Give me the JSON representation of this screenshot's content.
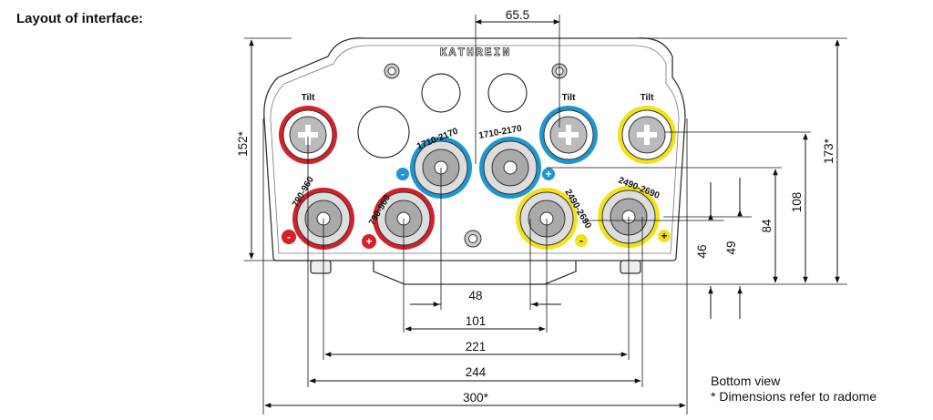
{
  "heading": "Layout of interface:",
  "brand": "KATHREIN",
  "tilt_labels": [
    "Tilt",
    "Tilt",
    "Tilt"
  ],
  "port_labels": {
    "low_left": "790-960",
    "low_right": "790-960",
    "mid_left": "1710-2170",
    "mid_right": "1710-2170",
    "high_left": "2490-2690",
    "high_right": "2490-2690"
  },
  "polarity": {
    "plus": "+",
    "minus": "-"
  },
  "dimensions": {
    "top": "65.5",
    "left": "152*",
    "right_173": "173*",
    "right_108": "108",
    "right_84": "84",
    "right_49": "49",
    "right_46": "46",
    "bottom_48": "48",
    "bottom_101": "101",
    "bottom_221": "221",
    "bottom_244": "244",
    "bottom_300": "300*"
  },
  "notes": {
    "line1": "Bottom view",
    "line2": "* Dimensions refer to radome"
  },
  "colors": {
    "red": "#d4202a",
    "blue": "#1e96d2",
    "yellow": "#f2e21a"
  }
}
